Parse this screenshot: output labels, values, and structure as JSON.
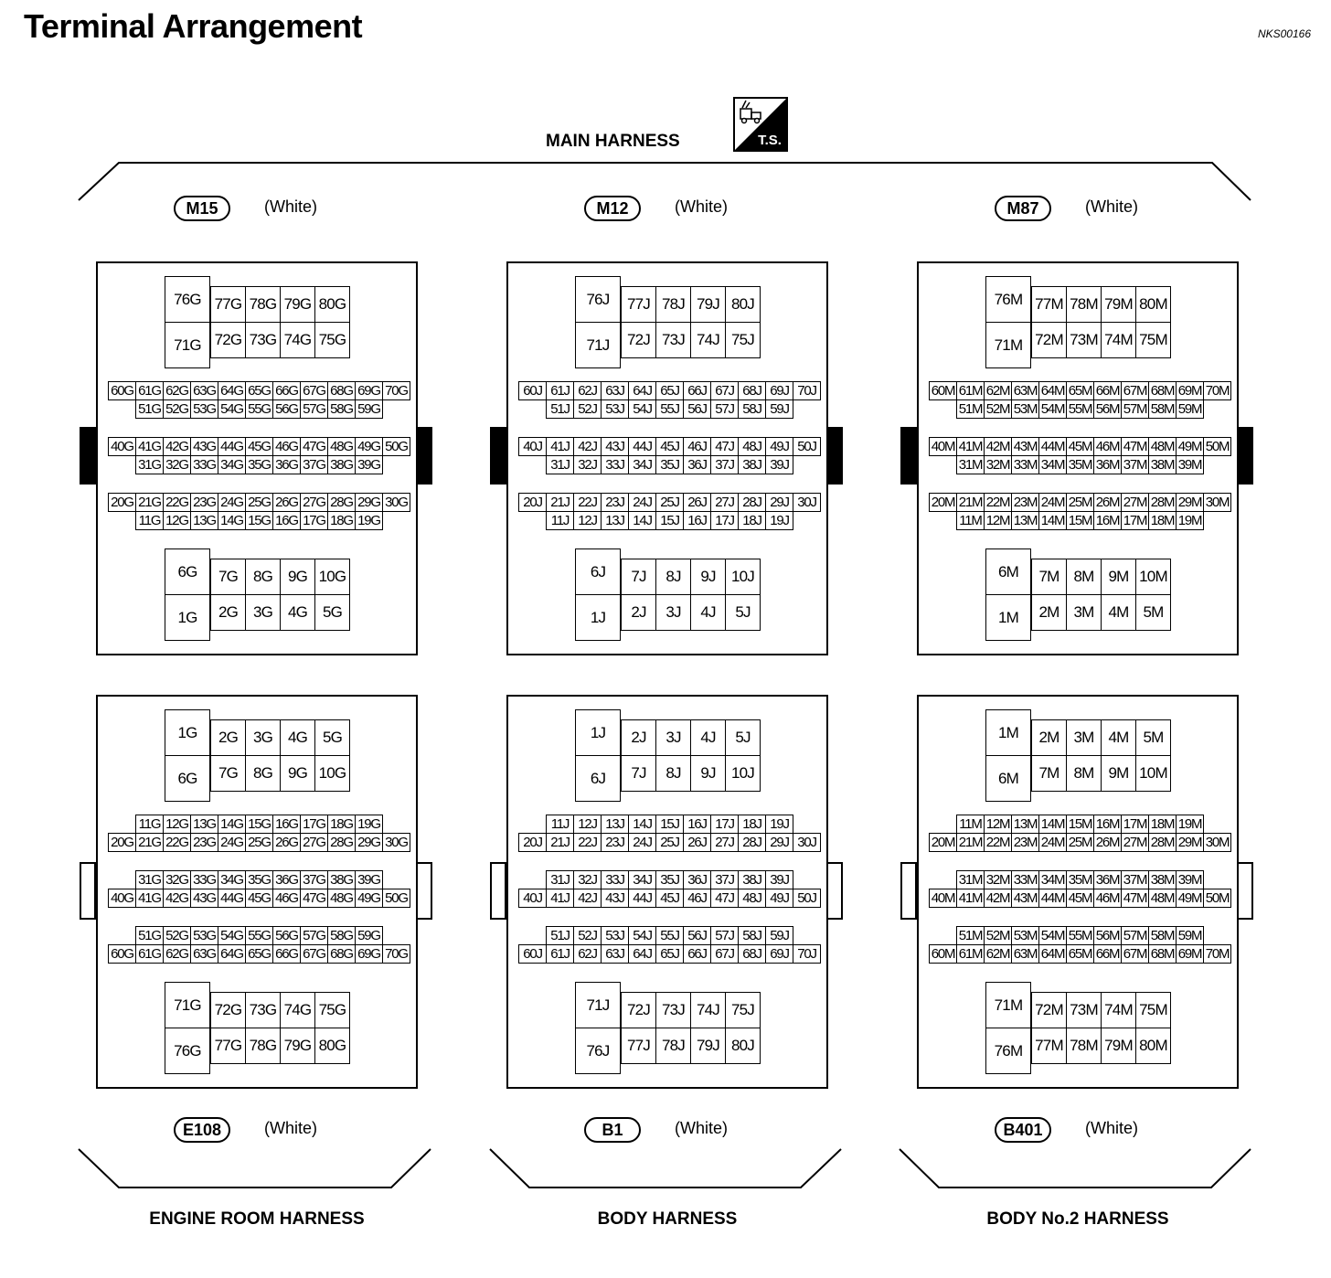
{
  "page": {
    "title": "Terminal Arrangement",
    "code": "NKS00166",
    "main_harness_label": "MAIN HARNESS",
    "ts_badge_text": "T.S.",
    "ts_badge_icon": "service-truck-icon"
  },
  "top_connectors": [
    {
      "id": "M15",
      "color": "(White)",
      "suffix": "G"
    },
    {
      "id": "M12",
      "color": "(White)",
      "suffix": "J"
    },
    {
      "id": "M87",
      "color": "(White)",
      "suffix": "M"
    }
  ],
  "bottom_connectors": [
    {
      "id": "E108",
      "color": "(White)",
      "suffix": "G",
      "harness": "ENGINE ROOM HARNESS"
    },
    {
      "id": "B1",
      "color": "(White)",
      "suffix": "J",
      "harness": "BODY HARNESS"
    },
    {
      "id": "B401",
      "color": "(White)",
      "suffix": "M",
      "harness": "BODY No.2 HARNESS"
    }
  ],
  "terminal_numbering": {
    "block_upper_big": [
      76,
      71
    ],
    "block_upper_rows": [
      [
        77,
        78,
        79,
        80
      ],
      [
        72,
        73,
        74,
        75
      ]
    ],
    "block_lower_big": [
      6,
      1
    ],
    "block_lower_rows": [
      [
        7,
        8,
        9,
        10
      ],
      [
        2,
        3,
        4,
        5
      ]
    ],
    "pairs": [
      {
        "wide": [
          60,
          70
        ],
        "narrow": [
          51,
          59
        ]
      },
      {
        "wide": [
          40,
          50
        ],
        "narrow": [
          31,
          39
        ]
      },
      {
        "wide": [
          20,
          30
        ],
        "narrow": [
          11,
          19
        ]
      }
    ]
  }
}
